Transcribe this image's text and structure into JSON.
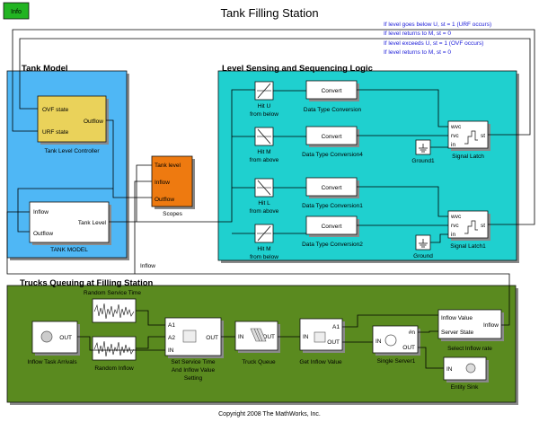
{
  "title": "Tank Filling Station",
  "info_button": "Info",
  "notes": [
    "If level goes below U, st = 1 (URF occurs)",
    "If level returns to M, st = 0",
    "If level exceeds U, st = 1 (OVF occurs)",
    "If level returns to M, st = 0"
  ],
  "tank_model": {
    "title": "Tank Model",
    "controller": {
      "label": "Tank Level Controller",
      "in_ports": [
        "OVF state",
        "URF state"
      ],
      "out_port": "Outflow"
    },
    "tank": {
      "label": "TANK MODEL",
      "in_ports": [
        "Inflow",
        "Outflow"
      ],
      "out_port": "Tank Level"
    }
  },
  "scopes": {
    "label": "Scopes",
    "ports": [
      "Tank level",
      "Inflow",
      "Outflow"
    ]
  },
  "sensing": {
    "title": "Level Sensing and Sequencing Logic",
    "hits": [
      {
        "line1": "Hit U",
        "line2": "from below"
      },
      {
        "line1": "Hit M",
        "line2": "from above"
      },
      {
        "line1": "Hit L",
        "line2": "from above"
      },
      {
        "line1": "Hit M",
        "line2": "from below"
      }
    ],
    "converts": [
      {
        "text": "Convert",
        "label": "Data Type Conversion"
      },
      {
        "text": "Convert",
        "label": "Data Type Conversion4"
      },
      {
        "text": "Convert",
        "label": "Data Type Conversion1"
      },
      {
        "text": "Convert",
        "label": "Data Type Conversion2"
      }
    ],
    "grounds": [
      "Ground1",
      "Ground"
    ],
    "latches": [
      {
        "label": "Signal Latch",
        "ports": [
          "wvc",
          "rvc",
          "in"
        ],
        "out": "st"
      },
      {
        "label": "Signal Latch1",
        "ports": [
          "wvc",
          "rvc",
          "in"
        ],
        "out": "st"
      }
    ]
  },
  "inflow_label": "Inflow",
  "trucks": {
    "title": "Trucks Queuing at Filling Station",
    "random_service_time": "Random Service Time",
    "random_inflow": "Random Inflow",
    "arrivals": {
      "label": "Inflow Task Arrivals",
      "out": "OUT"
    },
    "set_service": {
      "label1": "Set Service Time",
      "label2": "And Inflow Value",
      "label3": "Setting",
      "ports": [
        "A1",
        "A2",
        "IN"
      ],
      "out": "OUT"
    },
    "queue": {
      "label": "Truck Queue",
      "in": "IN",
      "out": "OUT"
    },
    "get_inflow": {
      "label": "Get Inflow Value",
      "in": "IN",
      "out_a": "A1",
      "out": "OUT"
    },
    "server": {
      "label": "Single Server1",
      "in": "IN",
      "out_n": "#n",
      "out": "OUT"
    },
    "select": {
      "label": "Select Inflow rate",
      "ports": [
        "Inflow Value",
        "Server State"
      ],
      "out": "Inflow"
    },
    "sink": {
      "label": "Entity Sink",
      "in": "IN"
    }
  },
  "copyright": "Copyright 2008 The MathWorks, Inc.",
  "colors": {
    "tank_bg": "#4fb7f5",
    "sensing_bg": "#1fd0cf",
    "trucks_bg": "#5a8a1f",
    "controller": "#ead25a",
    "scopes": "#ee7a10",
    "info": "#22b422",
    "note_text": "#1b1bd8"
  }
}
